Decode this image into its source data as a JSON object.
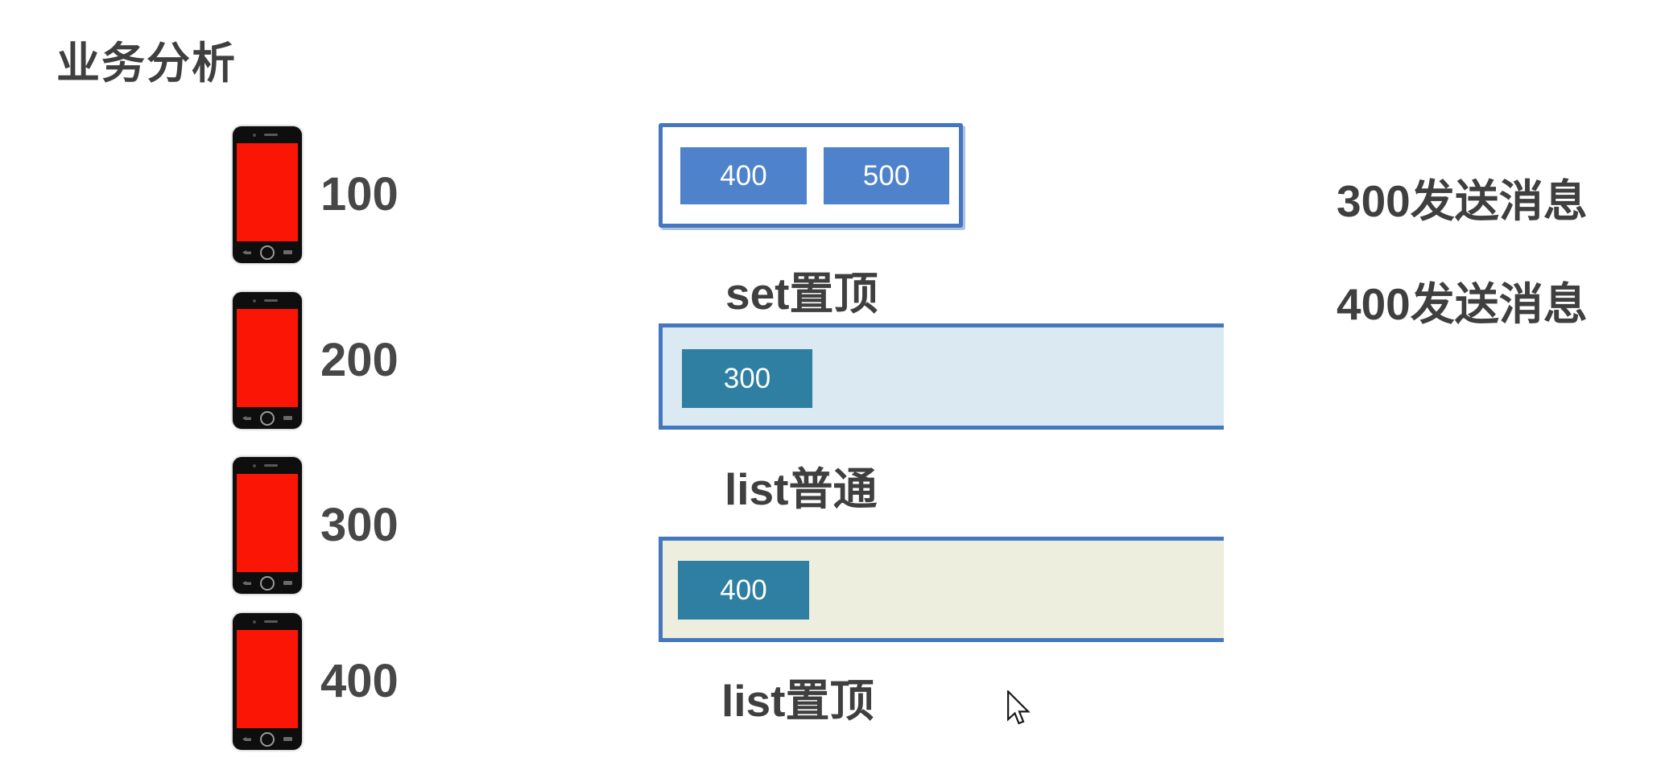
{
  "title": "业务分析",
  "colors": {
    "chip_blue": "#4e82cb",
    "border_blue": "#4477c0",
    "chip_teal": "#2e7fa1",
    "list_normal_bg": "#dbe9f2",
    "list_pinned_bg": "#edeedd",
    "phone_screen_red": "#fb1505",
    "text_dark": "#3f3f3f"
  },
  "phones": [
    {
      "label": "100"
    },
    {
      "label": "200"
    },
    {
      "label": "300"
    },
    {
      "label": "400"
    }
  ],
  "set_group": {
    "label": "set置顶",
    "items": [
      "400",
      "500"
    ]
  },
  "list_normal_group": {
    "label": "list普通",
    "items": [
      "300"
    ]
  },
  "list_pinned_group": {
    "label": "list置顶",
    "items": [
      "400"
    ]
  },
  "notes": [
    {
      "text": "300发送消息"
    },
    {
      "text": "400发送消息"
    }
  ]
}
